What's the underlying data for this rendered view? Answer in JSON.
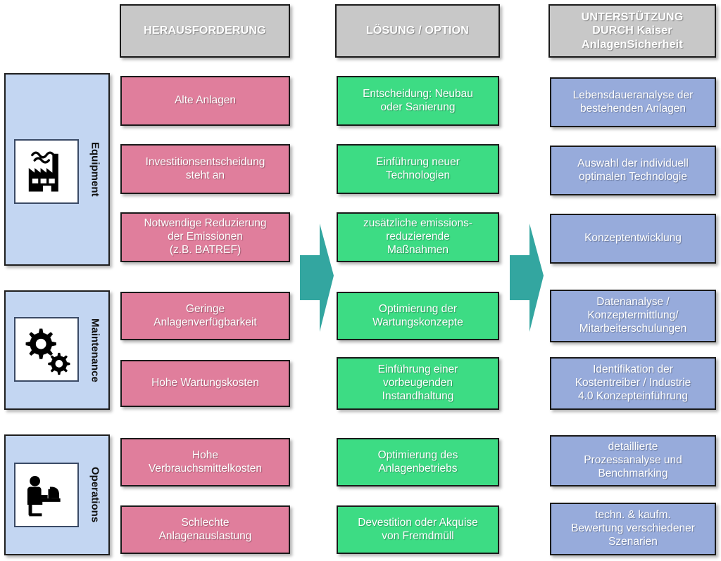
{
  "headers": [
    {
      "label": "HERAUSFORDERUNG"
    },
    {
      "label": "LÖSUNG / OPTION"
    },
    {
      "label": "UNTERSTÜTZUNG\nDURCH Kaiser\nAnlagenSicherheit"
    }
  ],
  "categories": [
    {
      "label": "Equipment",
      "icon": "factory-icon"
    },
    {
      "label": "Maintenance",
      "icon": "gears-icon"
    },
    {
      "label": "Operations",
      "icon": "person-at-computer-icon"
    }
  ],
  "challenges": [
    {
      "label": "Alte Anlagen"
    },
    {
      "label": "Investitionsentscheidung\nsteht an"
    },
    {
      "label": "Notwendige Reduzierung\nder Emissionen\n(z.B. BATREF)"
    },
    {
      "label": "Geringe\nAnlagenverfügbarkeit"
    },
    {
      "label": "Hohe Wartungskosten"
    },
    {
      "label": "Hohe\nVerbrauchsmittelkosten"
    },
    {
      "label": "Schlechte\nAnlagenauslastung"
    }
  ],
  "solutions": [
    {
      "label": "Entscheidung: Neubau\noder Sanierung"
    },
    {
      "label": "Einführung neuer\nTechnologien"
    },
    {
      "label": "zusätzliche emissions-\nreduzierende\nMaßnahmen"
    },
    {
      "label": "Optimierung der\nWartungskonzepte"
    },
    {
      "label": "Einführung einer\nvorbeugenden\nInstandhaltung"
    },
    {
      "label": "Optimierung des\nAnlagenbetriebs"
    },
    {
      "label": "Devestition oder Akquise\nvon Fremdmüll"
    }
  ],
  "support": [
    {
      "label": "Lebensdaueranalyse der\nbestehenden Anlagen"
    },
    {
      "label": "Auswahl der individuell\noptimalen Technologie"
    },
    {
      "label": "Konzeptentwicklung"
    },
    {
      "label": "Datenanalyse /\nKonzeptermittlung/\nMitarbeiterschulungen"
    },
    {
      "label": "Identifikation der\nKostentreiber / Industrie\n4.0 Konzepteinführung"
    },
    {
      "label": "detaillierte\nProzessanalyse und\nBenchmarking"
    },
    {
      "label": "techn. & kaufm.\nBewertung verschiedener\nSzenarien"
    }
  ],
  "arrows": [
    {
      "name": "arrow-challenge-to-solution"
    },
    {
      "name": "arrow-solution-to-support"
    }
  ],
  "colors": {
    "header": "#c8c8c8",
    "challenge": "#e07e9c",
    "solution": "#3ddc84",
    "support": "#97abdb",
    "category": "#c3d6f2",
    "arrow": "#33a6a0"
  }
}
